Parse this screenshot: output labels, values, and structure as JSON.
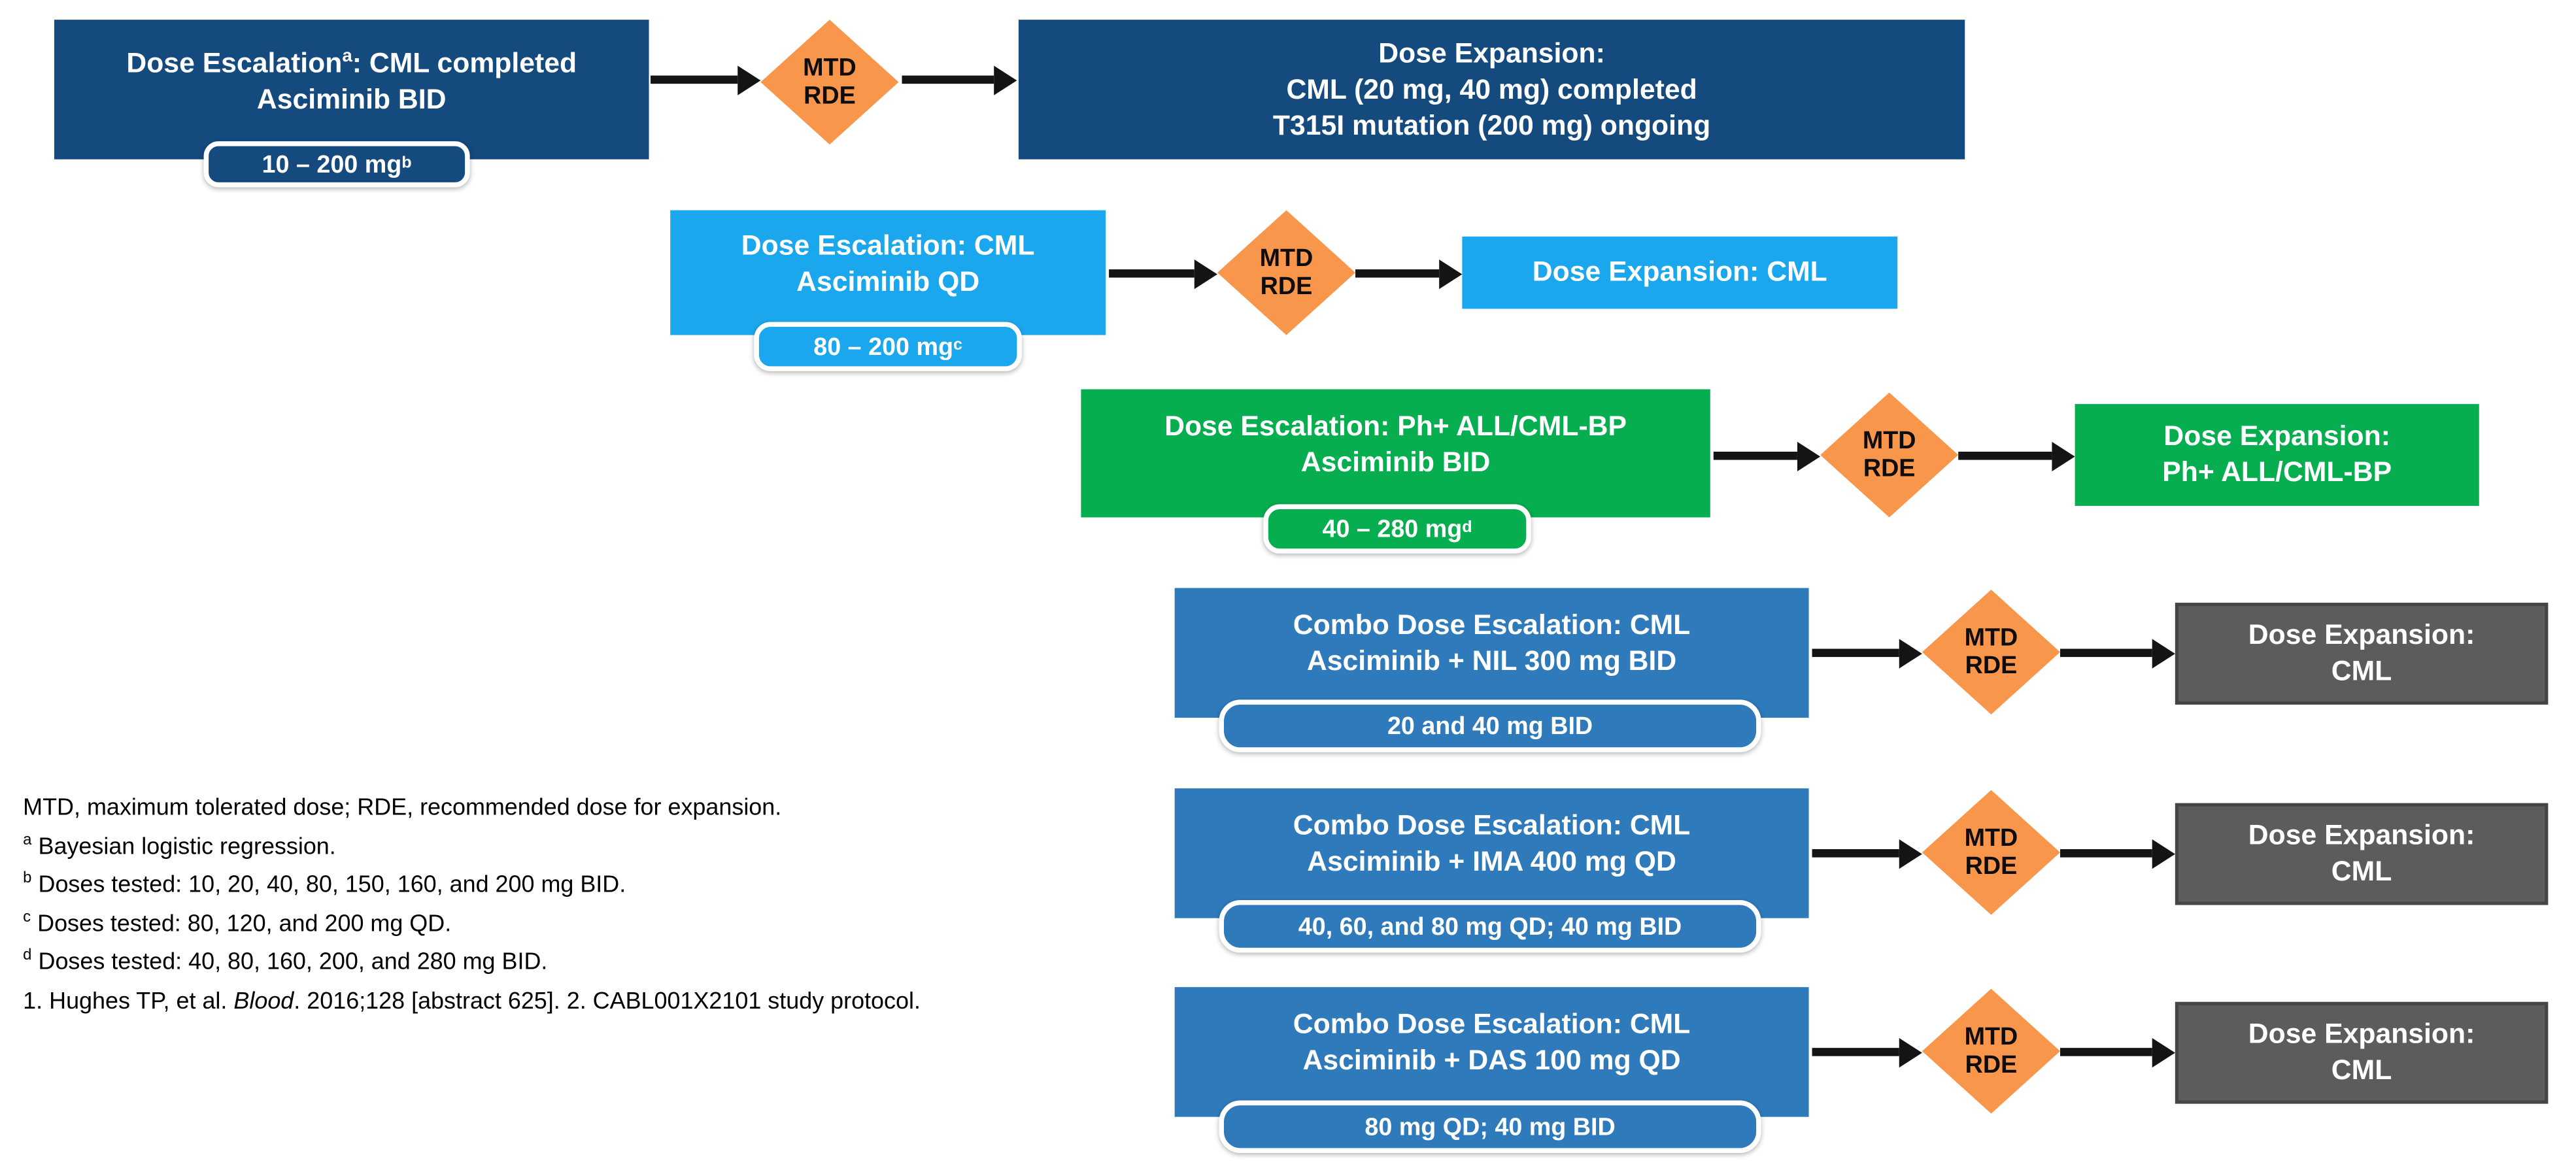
{
  "colors": {
    "navy": "#144A7E",
    "light_blue": "#1BA7EE",
    "green": "#06AE50",
    "steel_blue": "#2E7ABB",
    "gray": "#5C5C5C",
    "diamond_orange": "#F8964B",
    "arrow_black": "#141414",
    "text_white": "#FFFFFF",
    "footnote_black": "#000000"
  },
  "rows": [
    {
      "escalation": {
        "line1_pre": "Dose Escalation",
        "line1_sup": "a",
        "line1_post": ": CML completed",
        "line2": "Asciminib BID"
      },
      "dose": {
        "text": "10 – 200 mg",
        "sup": "b"
      },
      "gate": {
        "line1": "MTD",
        "line2": "RDE"
      },
      "expansion": {
        "line1": "Dose Expansion:",
        "line2": "CML (20 mg, 40 mg) completed",
        "line3": "T315I mutation (200 mg) ongoing"
      }
    },
    {
      "escalation": {
        "line1_pre": "Dose Escalation: CML",
        "line1_sup": "",
        "line1_post": "",
        "line2": "Asciminib QD"
      },
      "dose": {
        "text": "80 – 200 mg",
        "sup": "c"
      },
      "gate": {
        "line1": "MTD",
        "line2": "RDE"
      },
      "expansion": {
        "line1": "Dose Expansion: CML",
        "line2": "",
        "line3": ""
      }
    },
    {
      "escalation": {
        "line1_pre": "Dose Escalation: Ph+ ALL/CML-BP",
        "line1_sup": "",
        "line1_post": "",
        "line2": "Asciminib BID"
      },
      "dose": {
        "text": "40 – 280 mg",
        "sup": "d"
      },
      "gate": {
        "line1": "MTD",
        "line2": "RDE"
      },
      "expansion": {
        "line1": "Dose Expansion:",
        "line2": "Ph+ ALL/CML-BP",
        "line3": ""
      }
    },
    {
      "escalation": {
        "line1_pre": "Combo Dose Escalation: CML",
        "line1_sup": "",
        "line1_post": "",
        "line2": "Asciminib + NIL 300 mg BID"
      },
      "dose": {
        "text": "20 and 40 mg BID",
        "sup": ""
      },
      "gate": {
        "line1": "MTD",
        "line2": "RDE"
      },
      "expansion": {
        "line1": "Dose Expansion:",
        "line2": "CML",
        "line3": ""
      }
    },
    {
      "escalation": {
        "line1_pre": "Combo Dose Escalation: CML",
        "line1_sup": "",
        "line1_post": "",
        "line2": "Asciminib + IMA 400 mg QD"
      },
      "dose": {
        "text": "40, 60, and 80 mg QD; 40 mg BID",
        "sup": ""
      },
      "gate": {
        "line1": "MTD",
        "line2": "RDE"
      },
      "expansion": {
        "line1": "Dose Expansion:",
        "line2": "CML",
        "line3": ""
      }
    },
    {
      "escalation": {
        "line1_pre": "Combo Dose Escalation: CML",
        "line1_sup": "",
        "line1_post": "",
        "line2": "Asciminib + DAS 100 mg QD"
      },
      "dose": {
        "text": "80 mg QD; 40 mg BID",
        "sup": ""
      },
      "gate": {
        "line1": "MTD",
        "line2": "RDE"
      },
      "expansion": {
        "line1": "Dose Expansion:",
        "line2": "CML",
        "line3": ""
      }
    }
  ],
  "footnotes": {
    "abbreviations": "MTD, maximum tolerated dose; RDE, recommended dose for expansion.",
    "items": [
      {
        "marker": "a",
        "text": "Bayesian logistic regression."
      },
      {
        "marker": "b",
        "text": "Doses tested: 10, 20, 40, 80, 150, 160, and 200 mg BID."
      },
      {
        "marker": "c",
        "text": "Doses tested: 80, 120, and 200 mg QD."
      },
      {
        "marker": "d",
        "text": "Doses tested: 40, 80, 160, 200, and 280 mg BID."
      }
    ],
    "references": {
      "pre": "1. Hughes TP, et al. ",
      "italic": "Blood",
      "post": ". 2016;128 [abstract 625]. 2. CABL001X2101 study protocol."
    }
  }
}
